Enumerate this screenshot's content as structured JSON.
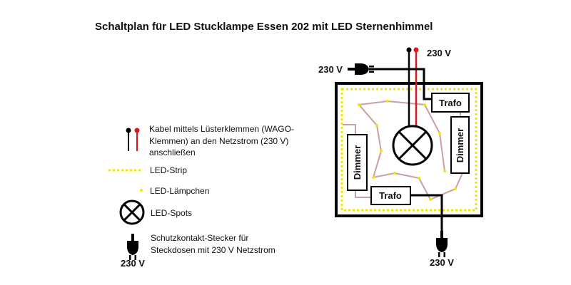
{
  "title": "Schaltplan für LED Stucklampe Essen 202 mit LED Sternenhimmel",
  "diagram": {
    "voltage_top_plug": "230 V",
    "voltage_top_wires": "230 V",
    "voltage_bottom_plug": "230 V",
    "trafo_top": "Trafo",
    "trafo_bottom": "Trafo",
    "dimmer_left": "Dimmer",
    "dimmer_right": "Dimmer"
  },
  "legend": {
    "cable_line1": "Kabel mittels Lüsterklemmen (WAGO-",
    "cable_line2": "Klemmen) an den Netzstrom (230 V)",
    "cable_line3": "anschließen",
    "strip": "LED-Strip",
    "lamp": "LED-Lämpchen",
    "spots": "LED-Spots",
    "plug_line1": "Schutzkontakt-Stecker für",
    "plug_line2": "Steckdosen mit 230 V Netzstrom",
    "plug_voltage": "230 V"
  },
  "colors": {
    "wire_black": "#000000",
    "wire_red": "#e0141c",
    "led": "#f2e600",
    "led_wire": "#c9a0a0"
  }
}
